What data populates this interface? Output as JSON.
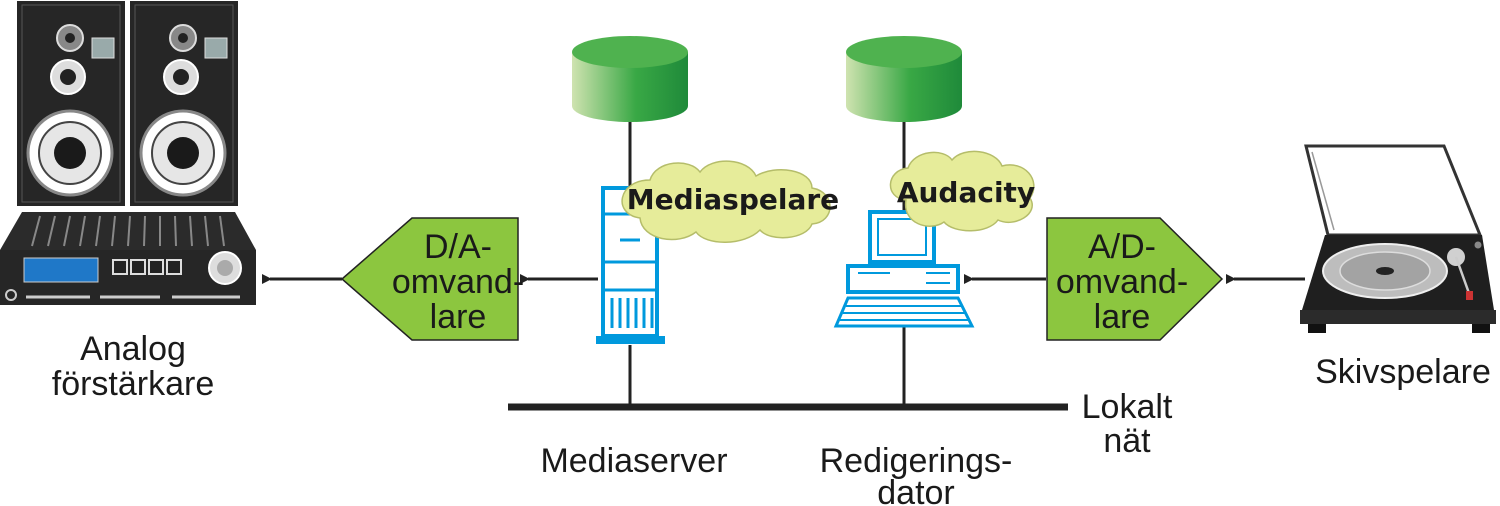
{
  "colors": {
    "converter_fill": "#8cc63f",
    "cloud_fill": "#e6ec9a",
    "storage_green": "#39a845",
    "computer_blue": "#0099dd",
    "device_dark": "#262626",
    "line": "#222222"
  },
  "labels": {
    "amplifier": [
      "Analog",
      "förstärkare"
    ],
    "da_converter": [
      "D/A-",
      "omvand-",
      "lare"
    ],
    "ad_converter": [
      "A/D-",
      "omvand-",
      "lare"
    ],
    "turntable": "Skivspelare",
    "media_server": "Mediaserver",
    "editing_computer": [
      "Redigerings-",
      "dator"
    ],
    "network": [
      "Lokalt",
      "nät"
    ],
    "media_player_software": "Mediaspelare",
    "audacity_software": "Audacity"
  },
  "icons": {
    "speakers": "speaker-pair-icon",
    "amplifier": "stereo-amplifier-icon",
    "server": "tower-server-icon",
    "computer": "desktop-computer-icon",
    "turntable": "turntable-icon",
    "storage": "database-cylinder-icon"
  }
}
